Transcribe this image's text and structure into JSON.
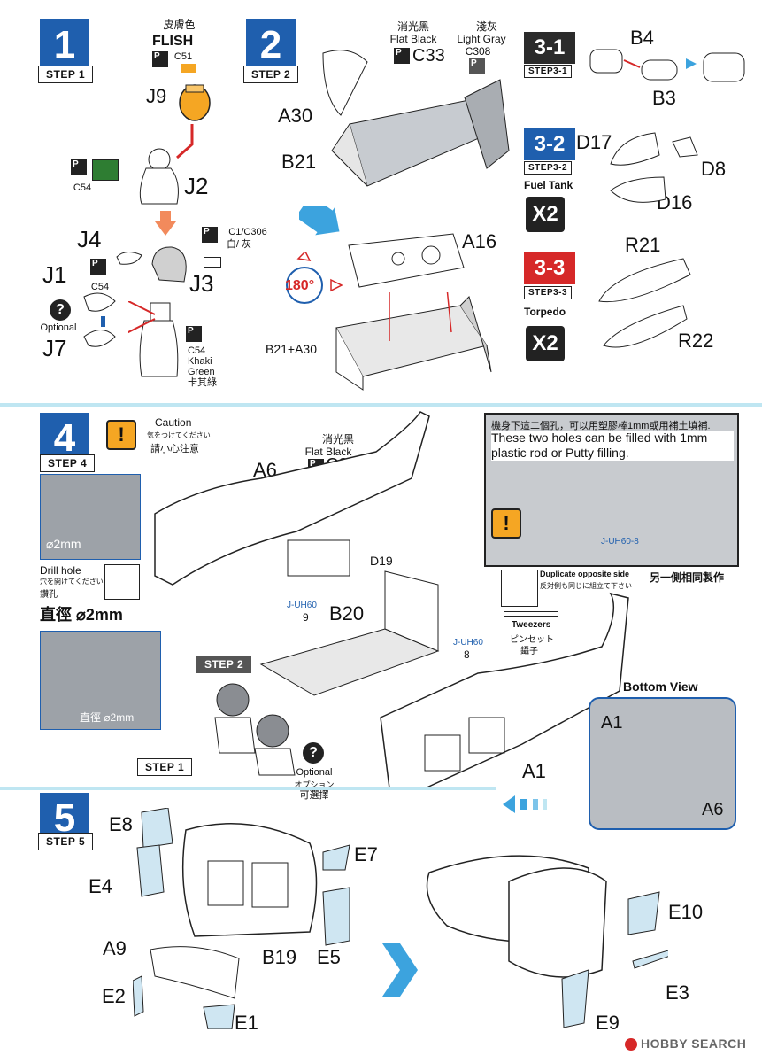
{
  "step1": {
    "num": "1",
    "label": "STEP 1",
    "paint_cn": "皮膚色",
    "paint_en": "FLISH",
    "paint_code": "C51",
    "parts": [
      "J9",
      "J2",
      "J4",
      "J1",
      "J3",
      "J7"
    ],
    "c54a": "C54",
    "c54b": "C54",
    "c1c306": "C1/C306",
    "c1c306_cn": "白/ 灰",
    "optional": "Optional",
    "khaki": "C54\nKhaki\nGreen\n卡其綠"
  },
  "step2": {
    "num": "2",
    "label": "STEP 2",
    "flat_cn": "消光黑",
    "flat_en": "Flat Black",
    "flat_code": "C33",
    "grey_cn": "淺灰",
    "grey_en": "Light Gray",
    "grey_code": "C308",
    "parts": [
      "A30",
      "B21",
      "A16",
      "B21+A30"
    ],
    "rotate": "180°"
  },
  "step31": {
    "num": "3-1",
    "label": "STEP3-1",
    "parts": [
      "B4",
      "B3"
    ]
  },
  "step32": {
    "num": "3-2",
    "label": "STEP3-2",
    "sub": "Fuel Tank",
    "times": "X2",
    "parts": [
      "D17",
      "D8",
      "D16"
    ]
  },
  "step33": {
    "num": "3-3",
    "label": "STEP3-3",
    "sub": "Torpedo",
    "times": "X2",
    "parts": [
      "R21",
      "R22"
    ]
  },
  "step4": {
    "num": "4",
    "label": "STEP 4",
    "caution_en": "Caution",
    "caution_jp": "気をつけてください",
    "caution_cn": "請小心注意",
    "flat_cn": "消光黑",
    "flat_en": "Flat Black",
    "flat_code": "C33",
    "parts": [
      "A6",
      "D19",
      "B20",
      "A1"
    ],
    "juh60": "J-UH60",
    "jnum9": "9",
    "jnum8": "8",
    "drill_en": "Drill hole",
    "drill_jp": "穴を開けてください",
    "drill_cn": "鑽孔",
    "diam": "直徑 ⌀2mm",
    "diam_small": "⌀2mm",
    "diam_small2": "直徑 ⌀2mm",
    "note_cn": "機身下這二個孔，可以用塑膠棒1mm或用補土填補.",
    "note_en": "These two holes can be filled with 1mm plastic rod or Putty filling.",
    "note_part": "J-UH60-8",
    "dup_en": "Duplicate opposite side",
    "dup_jp": "反対側も同じに組立て下さい",
    "dup_cn": "另一側相同製作",
    "tweez_en": "Tweezers",
    "tweez_jp": "ピンセット",
    "tweez_cn": "鑷子",
    "step2ref": "STEP 2",
    "step1ref": "STEP 1",
    "optional": "Optional",
    "optional_jp": "オプション",
    "optional_cn": "可選擇",
    "bottom": "Bottom View",
    "bv_parts": [
      "A1",
      "A6"
    ]
  },
  "step5": {
    "num": "5",
    "label": "STEP 5",
    "parts": [
      "E8",
      "E7",
      "E4",
      "B19",
      "E5",
      "A9",
      "E2",
      "E1",
      "E10",
      "E3",
      "E9"
    ]
  },
  "footer": {
    "brand": "HOBBY SEARCH"
  }
}
